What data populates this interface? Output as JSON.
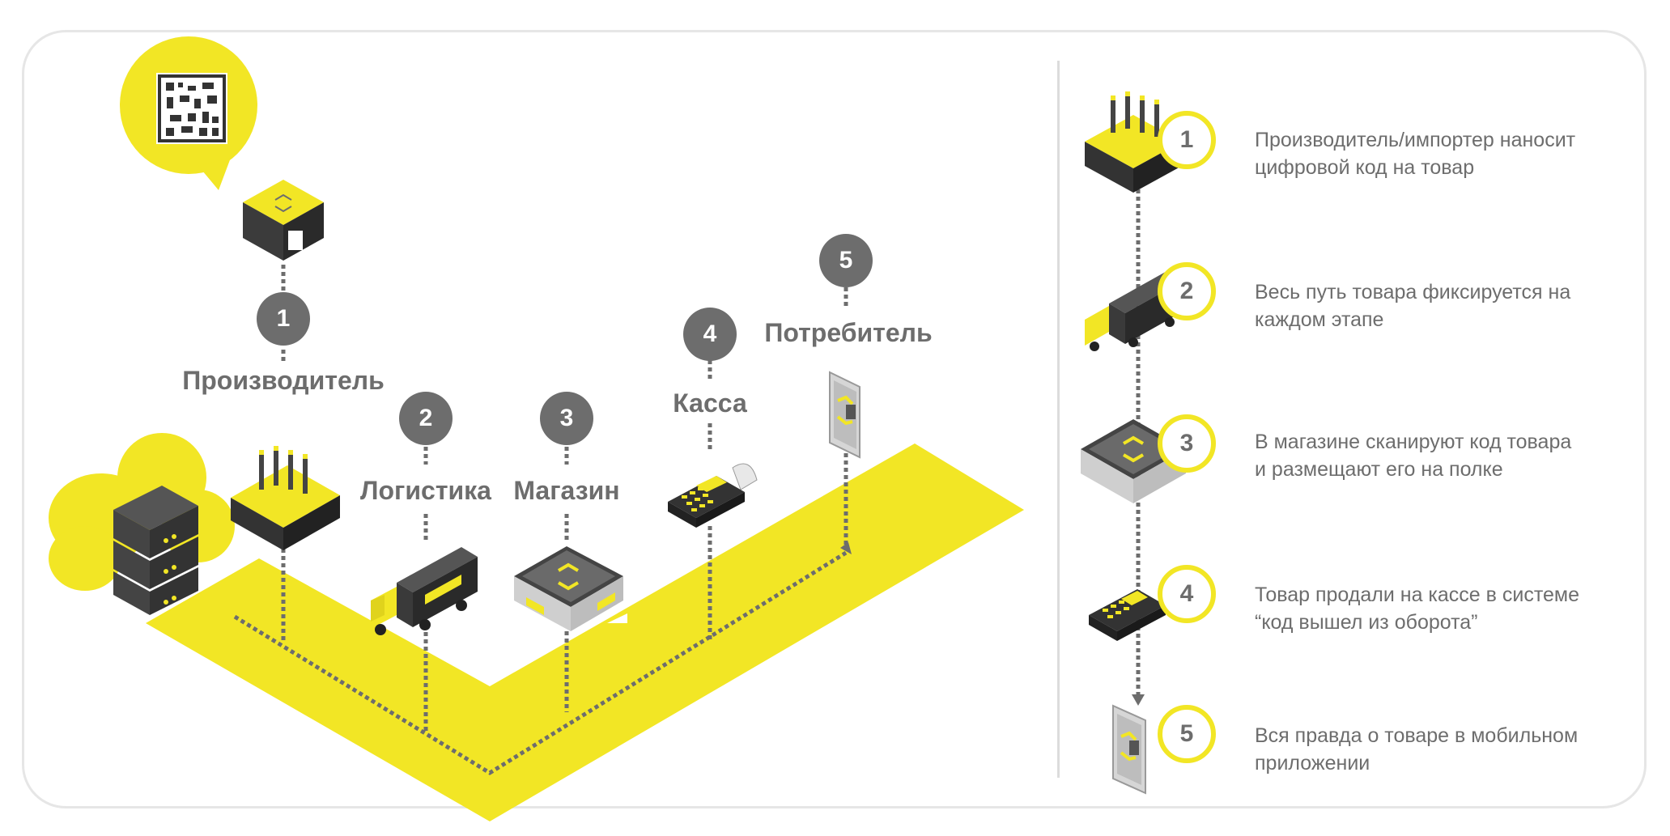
{
  "stages": [
    {
      "number": "1",
      "label": "Производитель"
    },
    {
      "number": "2",
      "label": "Логистика"
    },
    {
      "number": "3",
      "label": "Магазин"
    },
    {
      "number": "4",
      "label": "Касса"
    },
    {
      "number": "5",
      "label": "Потребитель"
    }
  ],
  "legend": [
    {
      "number": "1",
      "lines": [
        "Производитель/импортер наносит",
        "цифровой код на товар"
      ]
    },
    {
      "number": "2",
      "lines": [
        "Весь путь товара фиксируется на",
        "каждом этапе"
      ]
    },
    {
      "number": "3",
      "lines": [
        "В магазине сканируют код товара",
        "и размещают его на полке"
      ]
    },
    {
      "number": "4",
      "lines": [
        "Товар продали на кассе в системе",
        "“код вышел из оборота”"
      ]
    },
    {
      "number": "5",
      "lines": [
        "Вся правда о товаре в мобильном",
        "приложении"
      ]
    }
  ],
  "colors": {
    "accent_yellow": "#f2e625",
    "dark_gray": "#6d6d6d",
    "dotted_line": "#6d6d6d",
    "frame_border": "#e6e6e6"
  },
  "icons": [
    "speech-bubble-qr-icon",
    "code-box-icon",
    "cloud-server-icon",
    "factory-icon",
    "truck-icon",
    "store-icon",
    "pos-terminal-icon",
    "phone-icon"
  ]
}
